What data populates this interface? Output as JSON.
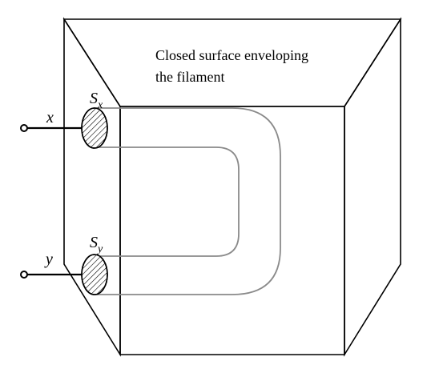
{
  "caption": {
    "line1": "Closed surface enveloping",
    "line2": "the filament"
  },
  "terminals": {
    "x": {
      "label": "x",
      "surface": "S",
      "surface_sub": "x"
    },
    "y": {
      "label": "y",
      "surface": "S",
      "surface_sub": "y"
    }
  },
  "colors": {
    "outline": "#000000",
    "filament": "#8a8a8a",
    "background": "#ffffff"
  }
}
